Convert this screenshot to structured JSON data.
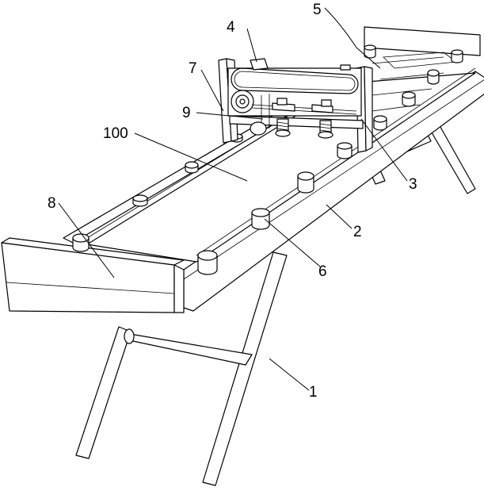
{
  "labels": {
    "l1": "1",
    "l2": "2",
    "l3": "3",
    "l4": "4",
    "l5": "5",
    "l6": "6",
    "l7": "7",
    "l8": "8",
    "l9": "9",
    "l100": "100"
  },
  "colors": {
    "line": "#000000",
    "background": "#ffffff"
  }
}
